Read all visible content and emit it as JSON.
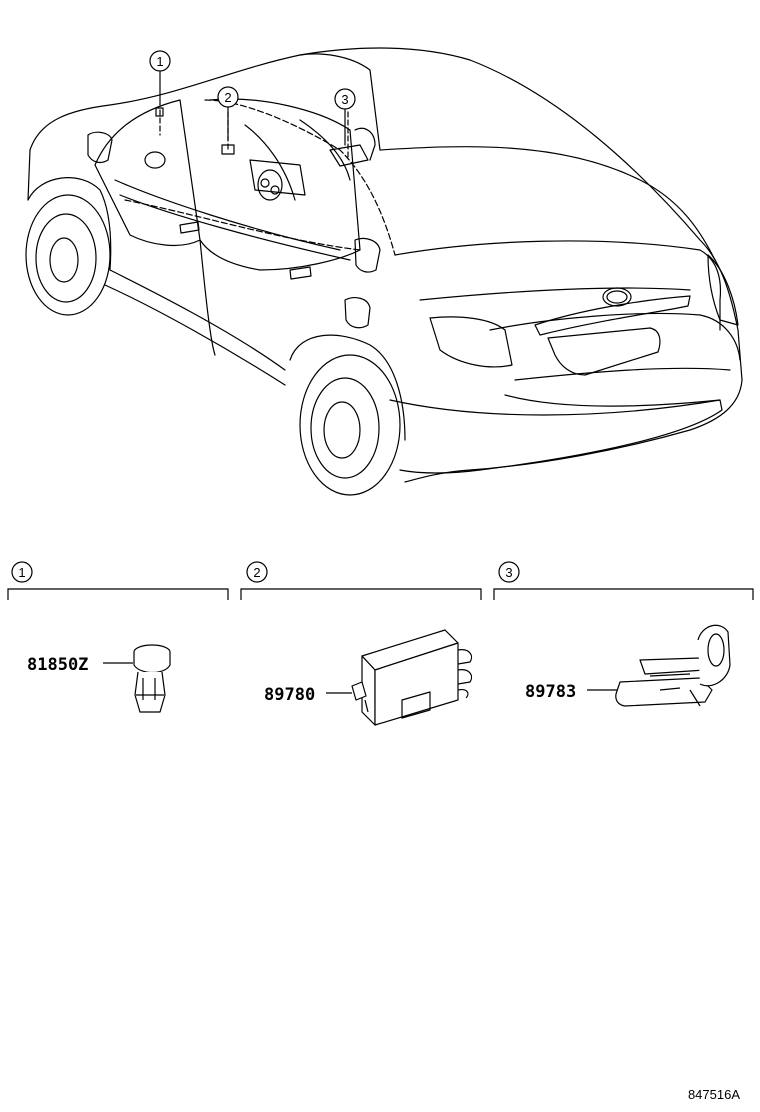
{
  "callouts": {
    "one": "1",
    "two": "2",
    "three": "3"
  },
  "sections": [
    {
      "number": "1",
      "part_number": "81850Z"
    },
    {
      "number": "2",
      "part_number": "89780"
    },
    {
      "number": "3",
      "part_number": "89783"
    }
  ],
  "diagram_id": "847516A"
}
